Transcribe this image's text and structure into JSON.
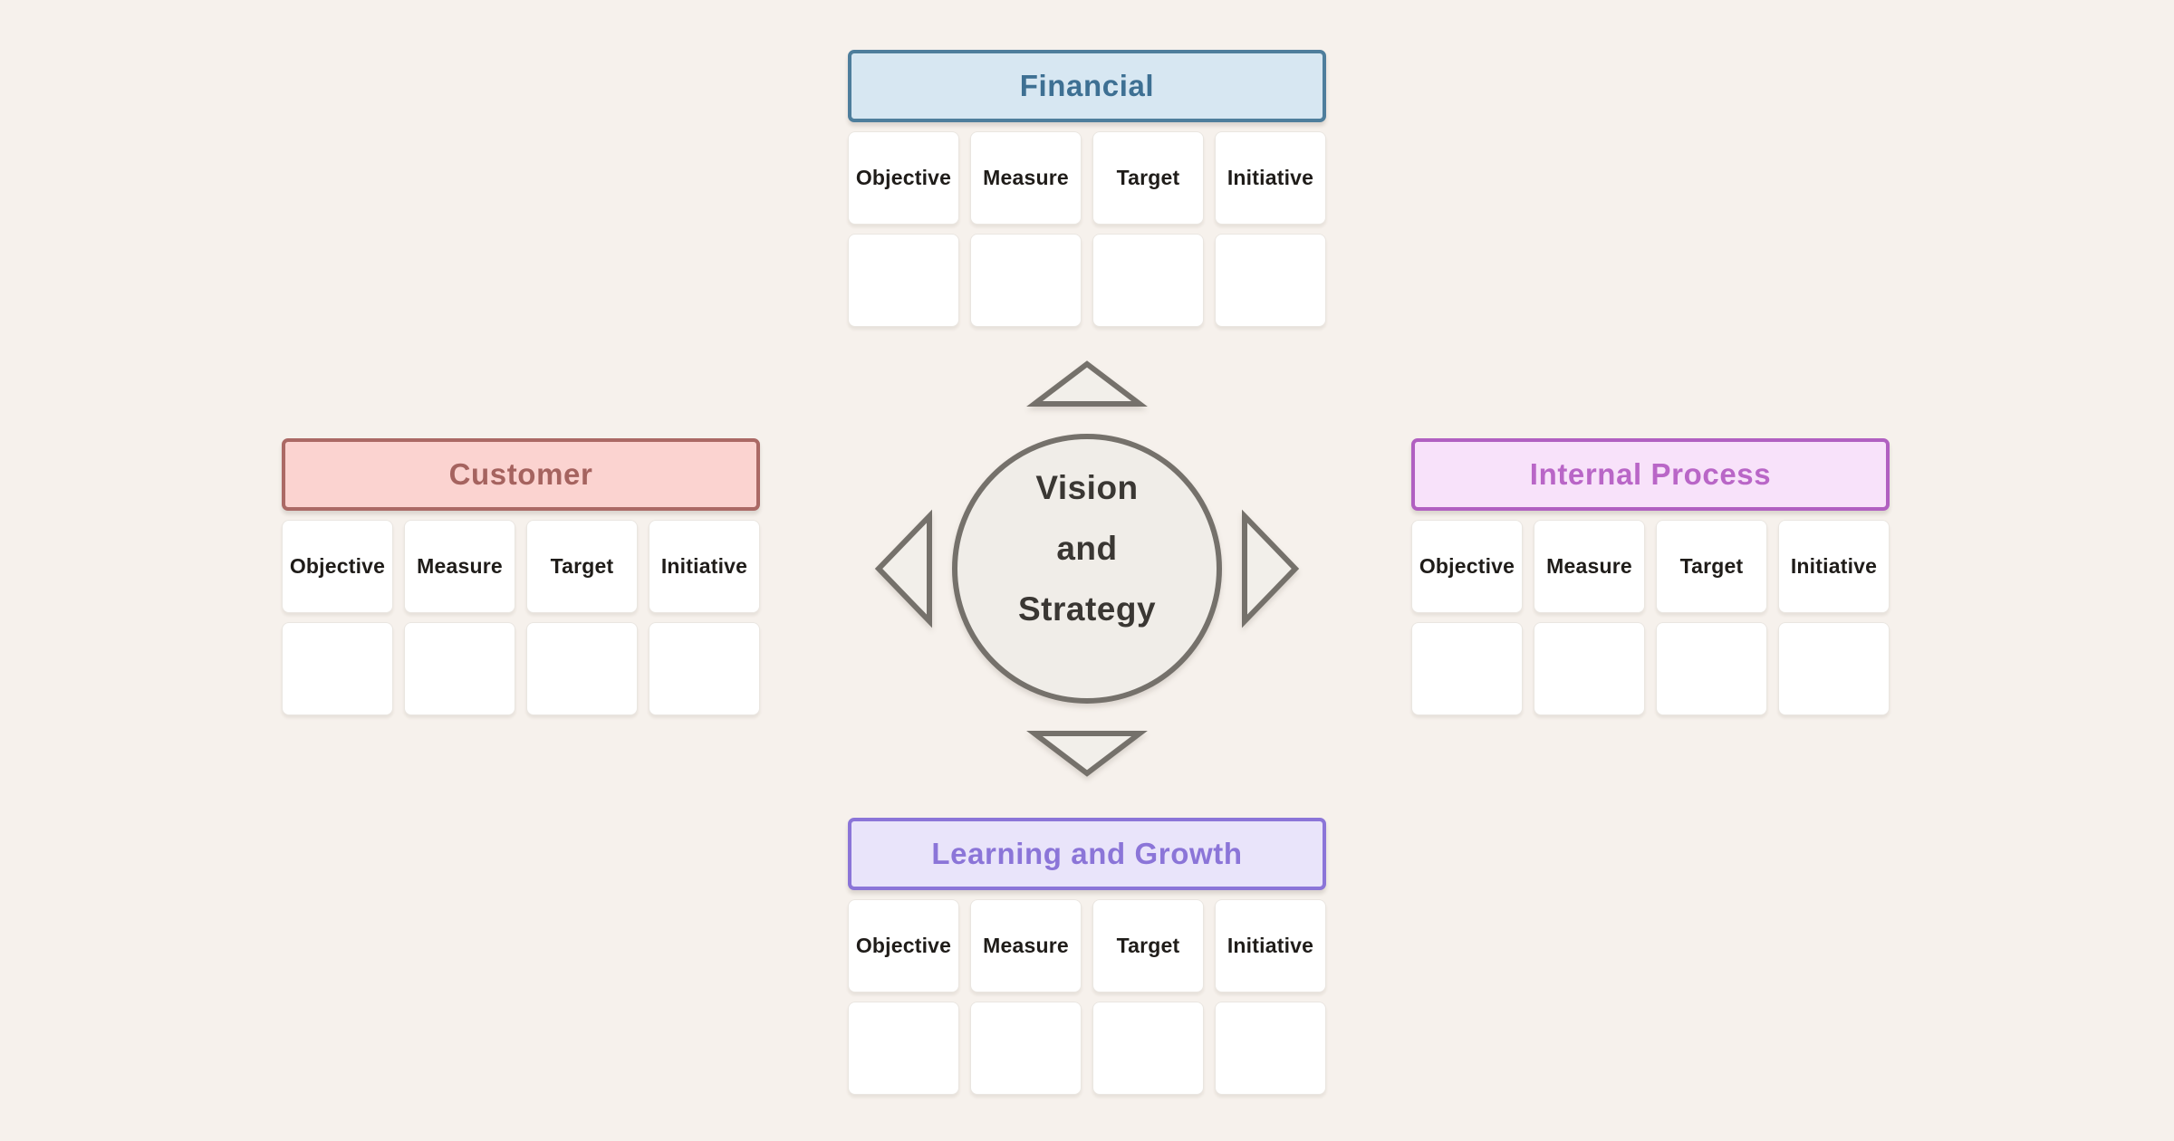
{
  "page": {
    "background_color": "#f6f1ec",
    "description": "Balanced scorecard diagram template"
  },
  "center": {
    "lines": [
      "Vision",
      "and",
      "Strategy"
    ],
    "fill": "#f0ede8",
    "stroke": "#75716b",
    "text_color": "#3a3733"
  },
  "arrows": {
    "directions": [
      "up",
      "left",
      "right",
      "down"
    ],
    "stroke": "#75716b",
    "fill": "#f2efea"
  },
  "card": {
    "background": "#ffffff",
    "text_color": "#1f1c19"
  },
  "perspectives": [
    {
      "id": "financial",
      "title": "Financial",
      "fill": "#d7e7f2",
      "border": "#4e7e9c",
      "title_color": "#3e7093",
      "columns": [
        "Objective",
        "Measure",
        "Target",
        "Initiative"
      ]
    },
    {
      "id": "customer",
      "title": "Customer",
      "fill": "#fbd3d0",
      "border": "#ab6965",
      "title_color": "#a5635f",
      "columns": [
        "Objective",
        "Measure",
        "Target",
        "Initiative"
      ]
    },
    {
      "id": "internal-process",
      "title": "Internal Process",
      "fill": "#f8e2fa",
      "border": "#b160c1",
      "title_color": "#b966c7",
      "columns": [
        "Objective",
        "Measure",
        "Target",
        "Initiative"
      ]
    },
    {
      "id": "learning-growth",
      "title": "Learning and Growth",
      "fill": "#e9e4fa",
      "border": "#8b75d8",
      "title_color": "#8b75d8",
      "columns": [
        "Objective",
        "Measure",
        "Target",
        "Initiative"
      ]
    }
  ]
}
